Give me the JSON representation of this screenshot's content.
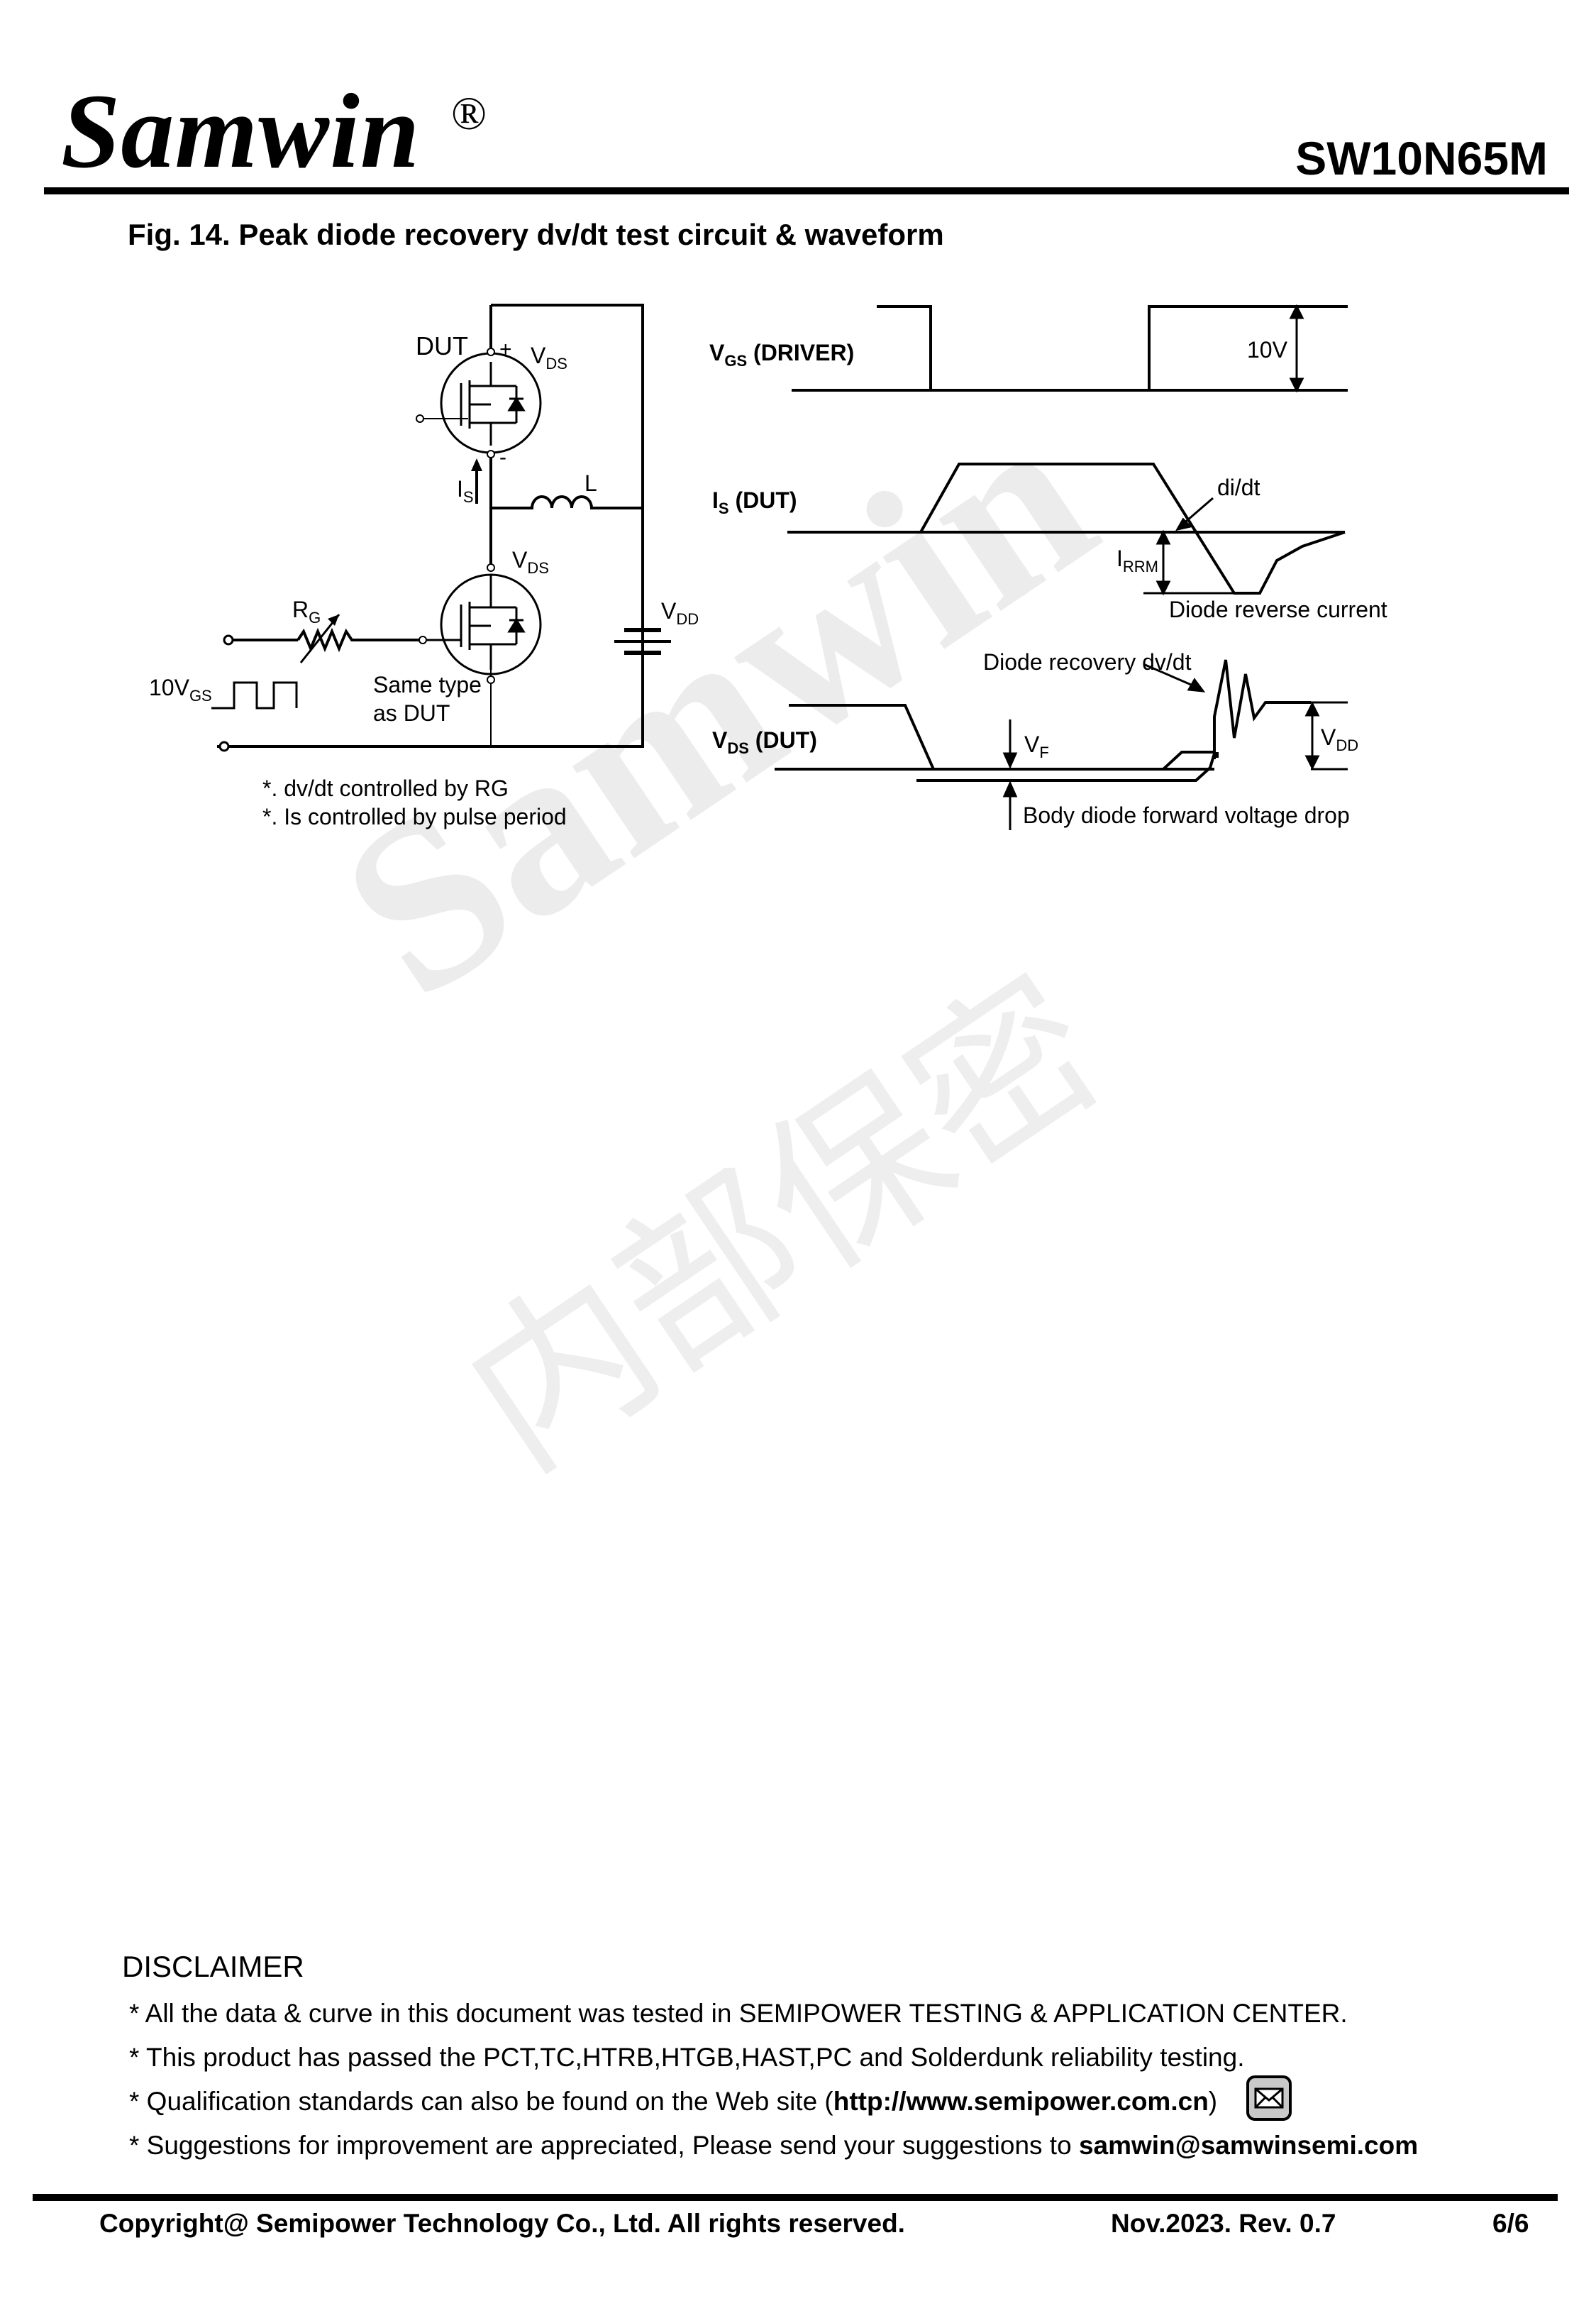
{
  "header": {
    "brand": "Samwin",
    "registered_mark": "®",
    "part_number": "SW10N65M"
  },
  "figure": {
    "title": "Fig. 14. Peak diode recovery dv/dt test circuit & waveform",
    "circuit": {
      "dut_label": "DUT",
      "plus": "+",
      "minus": "-",
      "vds_top": "V",
      "vds_top_sub": "DS",
      "is_label": "I",
      "is_sub": "S",
      "inductor_label": "L",
      "vds_mid": "V",
      "vds_mid_sub": "DS",
      "rg_label": "R",
      "rg_sub": "G",
      "vdd_label": "V",
      "vdd_sub": "DD",
      "vgs_src": "10V",
      "vgs_src_sub": "GS",
      "same_type_1": "Same type",
      "same_type_2": "as DUT",
      "note_1": "*. dv/dt controlled by RG",
      "note_2": "*. Is controlled by pulse period"
    },
    "waveforms": {
      "vgs_label": "V",
      "vgs_sub": "GS",
      "vgs_tail": " (DRIVER)",
      "vgs_level": "10V",
      "is_label": "I",
      "is_sub": "S",
      "is_tail": " (DUT)",
      "didt": "di/dt",
      "irrm": "I",
      "irrm_sub": "RRM",
      "diode_reverse": "Diode reverse current",
      "diode_recovery": "Diode recovery dv/dt",
      "vds_label": "V",
      "vds_sub": "DS",
      "vds_tail": " (DUT)",
      "vf": "V",
      "vf_sub": "F",
      "vdd": "V",
      "vdd_sub": "DD",
      "body_diode": "Body diode forward voltage drop"
    }
  },
  "watermark": {
    "line1": "Samwin",
    "line2": "内部保密"
  },
  "disclaimer": {
    "title": "DISCLAIMER",
    "line1": "* All the data & curve in this document was tested in SEMIPOWER TESTING & APPLICATION CENTER.",
    "line2": "* This product has passed the PCT,TC,HTRB,HTGB,HAST,PC and Solderdunk reliability testing.",
    "line3_pre": "* Qualification standards can also be found on the Web site (",
    "line3_url": "http://www.semipower.com.cn",
    "line3_post": ")",
    "line4_pre": "* Suggestions for improvement are appreciated, Please send your suggestions to ",
    "line4_email": "samwin@samwinsemi.com",
    "mail_icon": "envelope-icon"
  },
  "footer": {
    "copyright": "Copyright@ Semipower Technology Co., Ltd. All rights reserved.",
    "date_rev": "Nov.2023. Rev. 0.7",
    "page": "6/6"
  }
}
